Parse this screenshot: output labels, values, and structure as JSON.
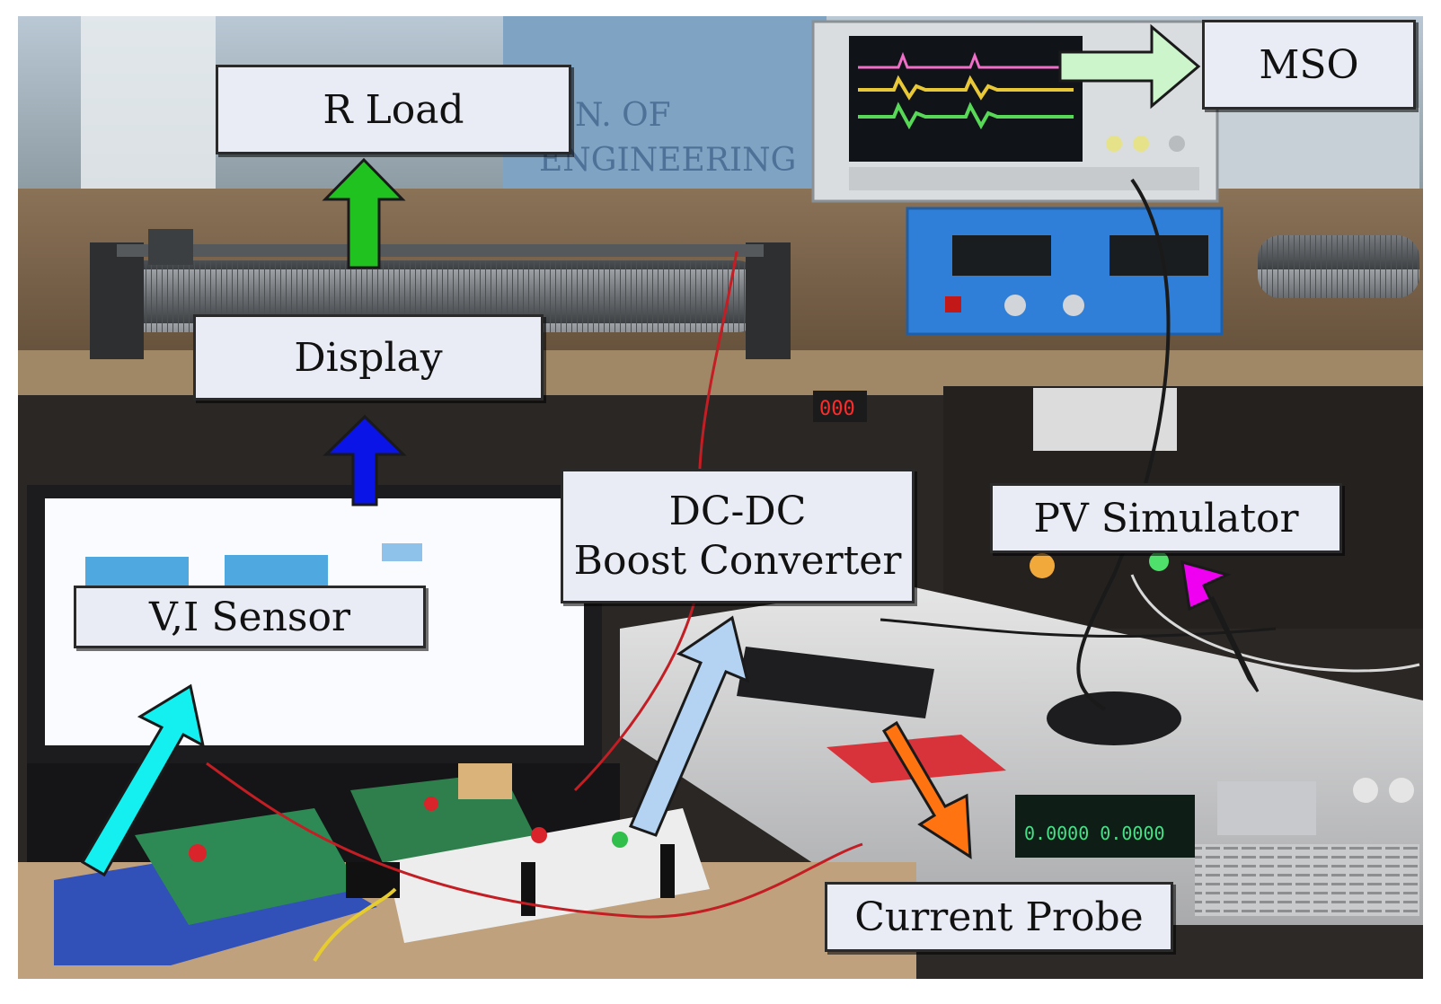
{
  "labels": {
    "r_load": "R Load",
    "mso": "MSO",
    "display": "Display",
    "dcdc_line1": "DC-DC",
    "dcdc_line2": "Boost Converter",
    "pv_simulator": "PV Simulator",
    "vi_sensor": "V,I Sensor",
    "current_probe": "Current Probe"
  },
  "arrow_colors": {
    "r_load": "#1fc21f",
    "mso": "#ccf5cc",
    "display": "#0a14e6",
    "dcdc": "#b4d2f2",
    "pv_simulator": "#f000f0",
    "vi_sensor": "#14f0f0",
    "current_probe": "#ff7310"
  }
}
